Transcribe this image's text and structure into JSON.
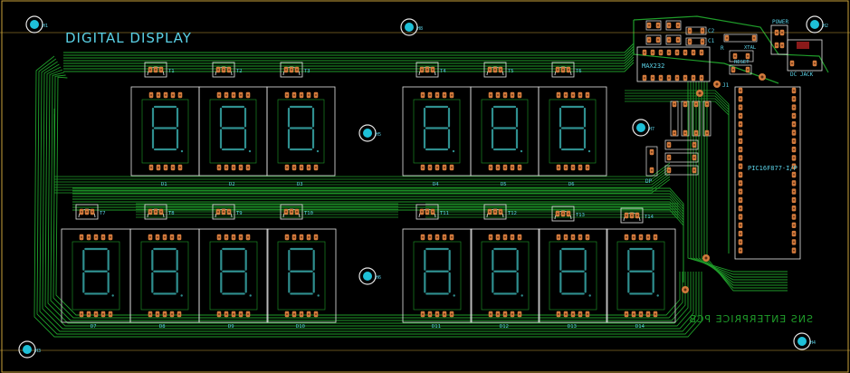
{
  "board": {
    "title": "DIGITAL DISPLAY",
    "mirrored_credit": "SNS ENTERPRICE PCB",
    "colors": {
      "background": "#000000",
      "trace": "#1f9d2a",
      "silk": "#e6e6e6",
      "text": "#5ad1e6",
      "pad": "#d27a3c",
      "pad_hole": "#5a2a10",
      "outline": "#caa23a",
      "mount_hole": "#1ec0d8"
    },
    "mount_holes": [
      "H1",
      "H2",
      "H3",
      "H4",
      "H5",
      "H6",
      "H7",
      "H8"
    ],
    "transistors": [
      "T1",
      "T2",
      "T3",
      "T4",
      "T5",
      "T6",
      "T7",
      "T8",
      "T9",
      "T10",
      "T11",
      "T12",
      "T13",
      "T14"
    ],
    "displays_top": [
      "D1",
      "D2",
      "D3",
      "D4",
      "D5",
      "D6"
    ],
    "displays_bottom": [
      "D7",
      "D8",
      "D9",
      "D10",
      "D11",
      "D12",
      "D13",
      "D14"
    ],
    "parts": {
      "ic_max": "MAX232",
      "ic_mcu": "PIC16F877-I/P",
      "power": "POWER",
      "dc_jack": "DC JACK",
      "reset": "RESET",
      "xtal": "XTAL",
      "cap_c1": "C1",
      "cap_c2": "C2",
      "r": "R",
      "j1": "J1",
      "dp": "DP"
    }
  }
}
